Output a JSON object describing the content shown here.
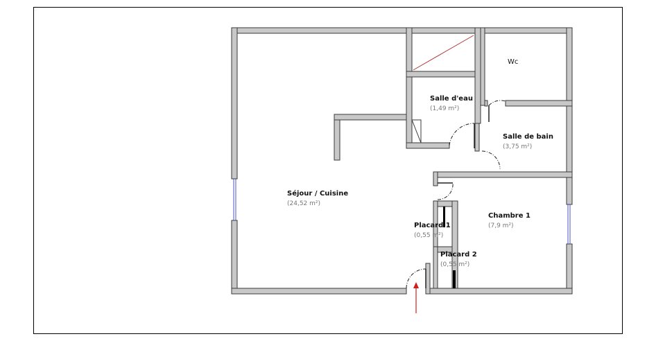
{
  "plan": {
    "rooms": [
      {
        "id": "sejour",
        "name": "Séjour / Cuisine",
        "area": "(24,52 m²)"
      },
      {
        "id": "salle-eau",
        "name": "Salle d'eau",
        "area": "(1,49 m²)"
      },
      {
        "id": "wc",
        "name": "Wc"
      },
      {
        "id": "salle-bain",
        "name": "Salle de bain",
        "area": "(3,75 m²)"
      },
      {
        "id": "chambre1",
        "name": "Chambre 1",
        "area": "(7,9 m²)"
      },
      {
        "id": "placard1",
        "name": "Placard 1",
        "area": "(0,55 m²)"
      },
      {
        "id": "placard2",
        "name": "Placard 2",
        "area": "(0,55 m²)"
      }
    ]
  },
  "colors": {
    "wall_fill": "#c8c8c8",
    "wall_stroke": "#3a3a3a",
    "window": "#4b56c8",
    "entrance_arrow": "#cc1f1f",
    "frame": "#000000"
  }
}
